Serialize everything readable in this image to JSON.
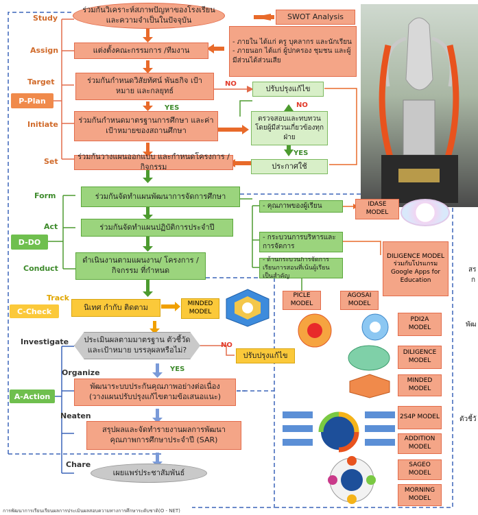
{
  "stages": {
    "study": "Study",
    "assign": "Assign",
    "target": "Target",
    "initiate": "Initiate",
    "set": "Set",
    "form": "Form",
    "act": "Act",
    "conduct": "Conduct",
    "track": "Track",
    "investigate": "Investigate",
    "organize": "Organize",
    "neaten": "Neaten",
    "chare": "Chare"
  },
  "phases": {
    "plan": "P-Plan",
    "do": "D-DO",
    "check": "C-Check",
    "action": "A-Action"
  },
  "boxes": {
    "study": "ร่วมกันวิเคราะห์สภาพปัญหาของโรงเรียนและความจำเป็นในปัจจุบัน",
    "swot": "SWOT Analysis",
    "assign": "แต่งตั้งคณะกรรมการ /ทีมงาน",
    "stakeholders_1": "-  ภายใน ได้แก่ ครู บุคลากร และนักเรียน",
    "stakeholders_2": "-  ภายนอก ได้แก่ ผู้ปกครอง ชุมชน และผู้มีส่วนได้ส่วนเสีย",
    "target": "ร่วมกันกำหนดวิสัยทัศน์ พันธกิจ เป้าหมาย และกลยุทธ์",
    "revise1": "ปรับปรุงแก้ไข",
    "initiate": "ร่วมกันกำหนดมาตรฐานการศึกษา และค่าเป้าหมายของสถานศึกษา",
    "review": "ตรวจสอบและทบทวนโดยผู้มีส่วนเกี่ยวข้องทุกฝ่าย",
    "set": "ร่วมกันวางแผนออกแบบ และกำหนดโครงการ /กิจกรรม",
    "announce": "ประกาศใช้",
    "form": "ร่วมกันจัดทำแผนพัฒนาการจัดการศึกษา",
    "act": "ร่วมกันจัดทำแผนปฏิบัติการประจำปี",
    "conduct": "ดำเนินงานตามแผนงาน/ โครงการ / กิจกรรม ที่กำหนด",
    "quality": "-  คุณภาพของผู้เรียน",
    "mgmt": "-  กระบวนการบริหารและการจัดการ",
    "teaching": "-  ด้านกระบวนการจัดการเรียนการสอนที่เน้นผู้เรียนเป็นสำคัญ",
    "track": "นิเทศ กำกับ ติดตาม",
    "evaluate": "ประเมินผลตามมาตรฐาน ตัวชี้วัด และเป้าหมาย บรรลุผลหรือไม่?",
    "revise2": "ปรับปรุงแก้ไข",
    "organize": "พัฒนาระบบประกันคุณภาพอย่างต่อเนื่อง (วางแผนปรับปรุงแก้ไขตามข้อเสนอแนะ)",
    "neaten": "สรุปผลและจัดทำรายงานผลการพัฒนาคุณภาพการศึกษาประจำปี (SAR)",
    "chare": "เผยแพร่ประชาสัมพันธ์"
  },
  "flags": {
    "no1": "NO",
    "yes1": "YES",
    "no2": "NO",
    "yes2": "YES",
    "no3": "NO",
    "yes3": "YES"
  },
  "models": {
    "idase": "IDASE MODEL",
    "diligence_a": "DILIGENCE MODEL ร่วมกับโปรแกรม Google Apps for Education",
    "minded_a": "MINDED MODEL",
    "picle": "PICLE MODEL",
    "agosai": "AGOSAI MODEL",
    "pdi2a": "PDI2A MODEL",
    "diligence_b": "DILIGENCE MODEL",
    "minded_b": "MINDED MODEL",
    "s4p": "2S4P MODEL",
    "addition": "ADDITION MODEL",
    "sageo": "SAGEO MODEL",
    "morning": "MORNING MODEL"
  },
  "side_text": {
    "t1": "สร",
    "t1b": "ก",
    "t2": "พัฒ",
    "t3": "ตัวชี้วั"
  },
  "footer": "การพัฒนาการเรียนเรียนผลการประเมินผลสอบความทางการศึกษาระดับชาติ(O - NET)",
  "colors": {
    "salmon": "#f4a587",
    "green": "#6fbf4e",
    "orange": "#f08a4b",
    "yellow": "#fbc93a",
    "blue_dash": "#3a63b8"
  }
}
